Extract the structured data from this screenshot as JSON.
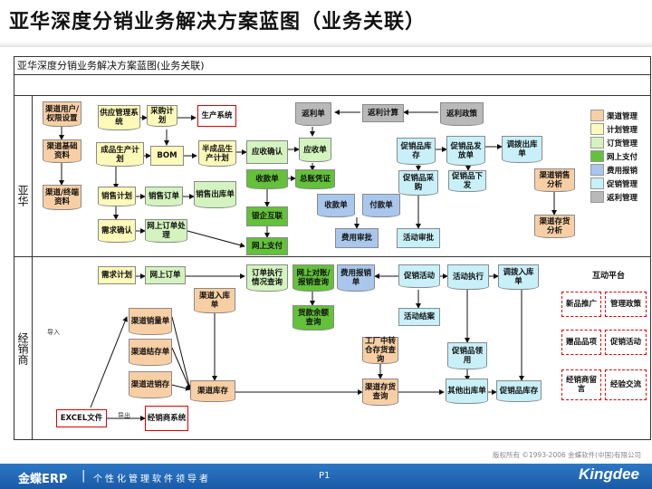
{
  "title": "亚华深度分销业务解决方案蓝图（业务关联）",
  "frame_header": "亚华深度分销业务解决方案蓝图(业务关联)",
  "lanes": {
    "top": "亚华",
    "bottom": "经销商"
  },
  "nodes": {
    "n1": "渠道用户/权限设置",
    "n2": "供应管理系统",
    "n3": "采购计划",
    "n4": "生产系统",
    "n5": "渠道基础资料",
    "n6": "成品生产计划",
    "n7": "BOM",
    "n8": "半成品生产计划",
    "n9": "应收确认",
    "n10": "应收单",
    "n11": "返利单",
    "n12": "返利计算",
    "n13": "返利政策",
    "n14": "促销品库存",
    "n15": "促销品发放单",
    "n16": "调拨出库单",
    "n17": "渠道/终端资料",
    "n18": "销售计划",
    "n19": "销售订单",
    "n20": "销售出库单",
    "n21": "收款单",
    "n22": "总账凭证",
    "n23": "促销品采购",
    "n24": "促销品下发",
    "n25": "渠道销售分析",
    "n26": "银企互联",
    "n27": "收款单",
    "n28": "付款单",
    "n29": "需求确认",
    "n30": "网上订单处理",
    "n31": "费用审批",
    "n32": "活动审批",
    "n33": "渠道存货分析",
    "n34": "网上支付",
    "n35": "需求计划",
    "n36": "网上订单",
    "n37": "订单执行情况查询",
    "n38": "网上对账/报销查询",
    "n39": "费用报销单",
    "n40": "促销活动",
    "n41": "活动执行",
    "n42": "调拨入库单",
    "n43": "渠道入库单",
    "n44": "货款余额查询",
    "n45": "活动结案",
    "n46": "渠道销量单",
    "n47": "渠道结存单",
    "n48": "工厂中转仓存货查询",
    "n49": "促销品领用",
    "n50": "渠道进销存",
    "n51": "渠道库存",
    "n52": "渠道存货查询",
    "n53": "其他出库单",
    "n54": "促销品库存",
    "n55": "EXCEL文件",
    "n56": "经销商系统"
  },
  "legend": [
    "渠道管理",
    "计划管理",
    "订货管理",
    "网上支付",
    "费用报销",
    "促销管理",
    "返利管理"
  ],
  "legend_colors": [
    "#f8cfa4",
    "#fdf9b9",
    "#d4f4bf",
    "#63c13a",
    "#a9c7ec",
    "#c8f0f8",
    "#b9b9b9"
  ],
  "platform": {
    "title": "互动平台",
    "items": [
      "新品推广",
      "管理政策",
      "赠品品项",
      "促销活动",
      "经销商留言",
      "经验交流"
    ]
  },
  "notes": {
    "import": "导入",
    "export": "导出"
  },
  "footer": {
    "copyright": "版权所有 ©1993-2006 金蝶软件(中国)有限公司",
    "brand": "金蝶ERP",
    "separator": "|",
    "slogan": "个性化管理软件领导者",
    "page": "P1",
    "logo": "Kingdee"
  }
}
